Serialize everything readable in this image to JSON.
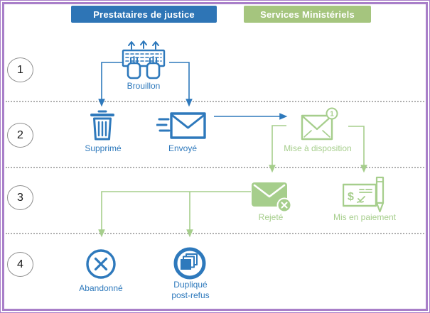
{
  "colors": {
    "header_blue": "#2E75B6",
    "header_green": "#A5C57E",
    "blue": "#2E79BC",
    "green": "#A6CE8C",
    "purple": "#A97FC9",
    "dash": "#AFAFAF",
    "circle_border": "#8F8F8F"
  },
  "lanes": {
    "headers": [
      {
        "id": "prestataires",
        "label": "Prestataires de justice"
      },
      {
        "id": "ministeriels",
        "label": "Services Ministériels"
      }
    ]
  },
  "steps": [
    {
      "number": "1"
    },
    {
      "number": "2"
    },
    {
      "number": "3"
    },
    {
      "number": "4"
    }
  ],
  "nodes": {
    "brouillon": {
      "label": "Brouillon"
    },
    "supprime": {
      "label": "Supprimé"
    },
    "envoye": {
      "label": "Envoyé"
    },
    "mise_a_disposition": {
      "label": "Mise à disposition",
      "badge": "1"
    },
    "rejete": {
      "label": "Rejeté"
    },
    "mis_en_paiement": {
      "label": "Mis en paiement",
      "dollar": "$"
    },
    "abandonne": {
      "label": "Abandonné"
    },
    "duplique_post_refus": {
      "label_line1": "Dupliqué",
      "label_line2": "post-refus"
    }
  }
}
